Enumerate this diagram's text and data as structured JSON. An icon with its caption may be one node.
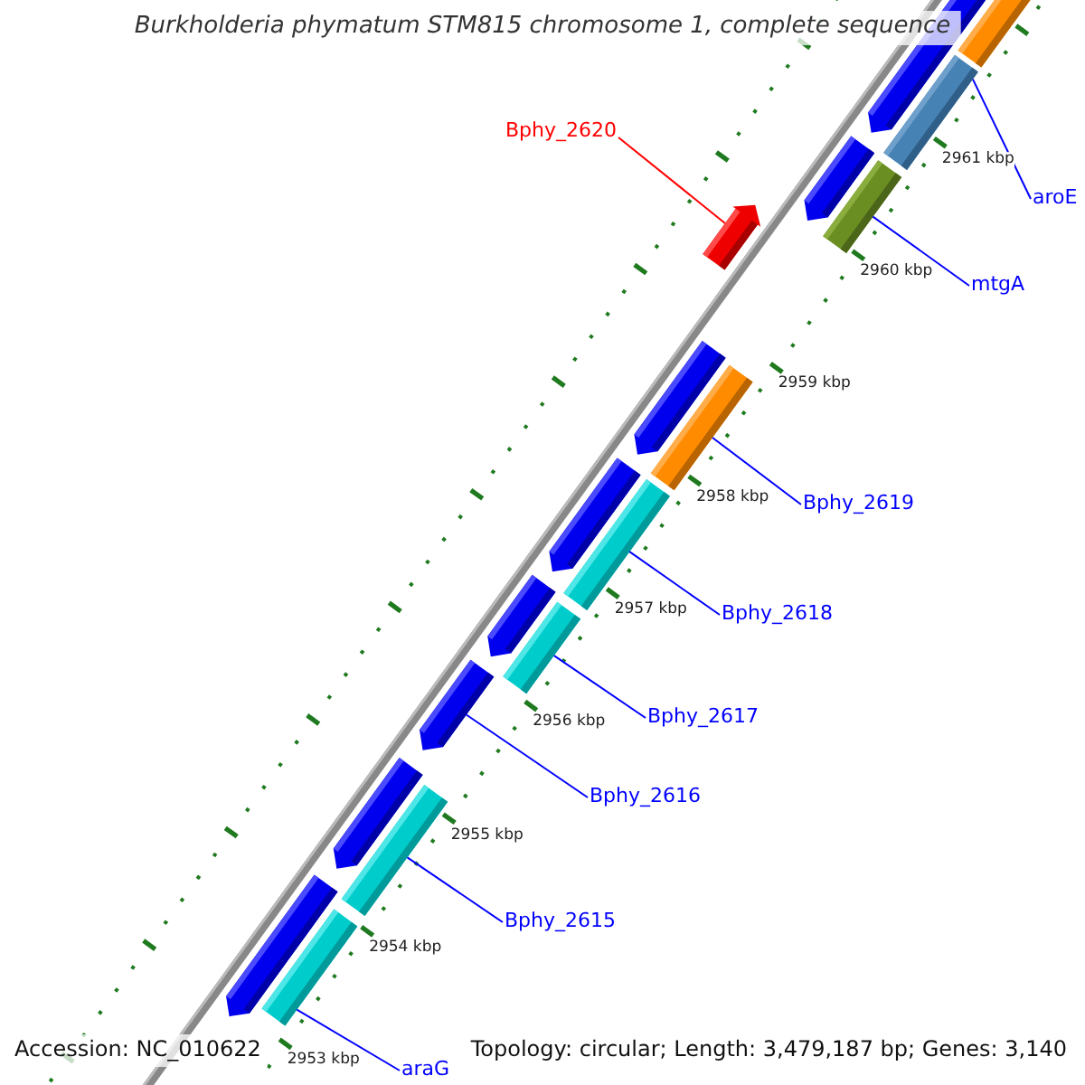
{
  "diagram": {
    "title": "Burkholderia phymatum STM815 chromosome 1, complete sequence",
    "nodes": [
      {
        "text": [
          "Bphy_2620"
        ]
      },
      {
        "text": [
          "aroE"
        ]
      },
      {
        "text": [
          "mtgA"
        ]
      },
      {
        "text": [
          "Bphy_2619"
        ]
      },
      {
        "text": [
          "Bphy_2618"
        ]
      },
      {
        "text": [
          "Bphy_2617"
        ]
      },
      {
        "text": [
          "Bphy_2616"
        ]
      },
      {
        "text": [
          "Bphy_2615"
        ]
      },
      {
        "text": [
          "araG"
        ]
      },
      {
        "text": [],
        "shape": "bar"
      },
      {
        "text": [],
        "shape": "arrow"
      },
      {
        "text": [],
        "shape": "bar"
      },
      {
        "text": [],
        "shape": "arrow"
      },
      {
        "text": [],
        "shape": "bar"
      },
      {
        "text": [],
        "shape": "arrow"
      },
      {
        "text": [],
        "shape": "arrow"
      },
      {
        "text": [],
        "shape": "bar"
      },
      {
        "text": [],
        "shape": "arrow"
      },
      {
        "text": [],
        "shape": "bar"
      },
      {
        "text": [],
        "shape": "arrow"
      },
      {
        "text": [],
        "shape": "bar"
      },
      {
        "text": [],
        "shape": "arrow"
      },
      {
        "text": [],
        "shape": "arrow"
      },
      {
        "text": [],
        "shape": "bar"
      },
      {
        "text": [],
        "shape": "arrow"
      },
      {
        "text": [],
        "shape": "bar"
      }
    ],
    "edges": [
      {
        "from": 0,
        "to": 14,
        "arrow": "none",
        "color": "#ff0000"
      },
      {
        "from": 1,
        "to": 11,
        "arrow": "none"
      },
      {
        "from": 2,
        "to": 13,
        "arrow": "none"
      },
      {
        "from": 3,
        "to": 16,
        "arrow": "none"
      },
      {
        "from": 4,
        "to": 18,
        "arrow": "none"
      },
      {
        "from": 5,
        "to": 20,
        "arrow": "none"
      },
      {
        "from": 6,
        "to": 21,
        "arrow": "none"
      },
      {
        "from": 7,
        "to": 23,
        "arrow": "none"
      },
      {
        "from": 8,
        "to": 25,
        "arrow": "none"
      }
    ],
    "labels": [
      "2961 kbp",
      "2960 kbp",
      "2959 kbp",
      "2958 kbp",
      "2957 kbp",
      "2956 kbp",
      "2955 kbp",
      "2954 kbp",
      "2953 kbp",
      "Accession: NC_010622",
      "Topology: circular; Length: 3,479,187 bp; Genes: 3,140"
    ]
  }
}
